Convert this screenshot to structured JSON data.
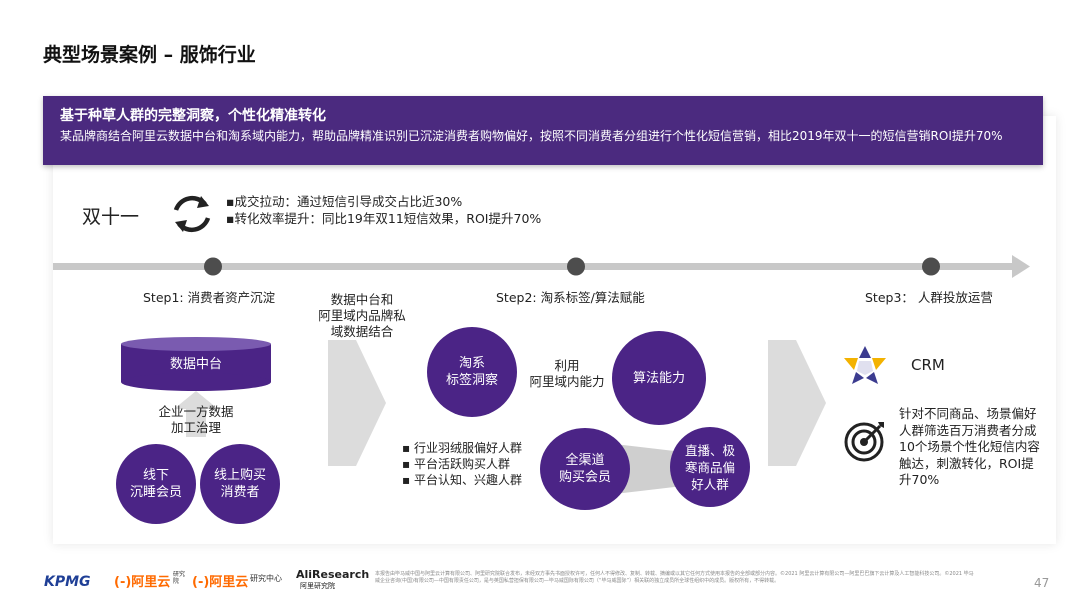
{
  "page_title": "典型场景案例 – 服饰行业",
  "banner": {
    "heading": "基于种草人群的完整洞察，个性化精准转化",
    "text": "某品牌商结合阿里云数据中台和淘系域内能力，帮助品牌精准识别已沉淀消费者购物偏好，按照不同消费者分组进行个性化短信营销，相比2019年双十一的短信营销ROI提升70%"
  },
  "event": {
    "label": "双十一",
    "bullets": [
      "▪成交拉动：通过短信引导成交占比近30%",
      "▪转化效率提升：同比19年双11短信效果，ROI提升70%"
    ]
  },
  "steps": [
    "Step1: 消费者资产沉淀",
    "Step2: 淘系标签/算法赋能",
    "Step3： 人群投放运营"
  ],
  "step1": {
    "cylinder": "数据中台",
    "process": "企业一方数据\n加工治理",
    "circle_a": "线下\n沉睡会员",
    "circle_b": "线上购买\n消费者"
  },
  "arrow1_text": "数据中台和\n阿里域内品牌私\n域数据结合",
  "step2": {
    "circle_insight": "淘系\n标签洞察",
    "use_text": "利用\n阿里域内能力",
    "circle_algo": "算法能力",
    "bullets": [
      "▪ 行业羽绒服偏好人群",
      "▪ 平台活跃购买人群",
      "▪ 平台认知、兴趣人群"
    ],
    "circle_all": "全渠道\n购买会员",
    "circle_live": "直播、极\n寒商品偏\n好人群"
  },
  "step3": {
    "crm": "CRM",
    "text": "针对不同商品、场景偏好人群筛选百万消费者分成10个场景个性化短信内容触达，刺激转化，ROI提升70%"
  },
  "footer": {
    "logos": {
      "kpmg": "KPMG",
      "aliyun1": "阿里云",
      "aliyun1_sub": "研究\n院",
      "aliyun2": "阿里云",
      "aliyun2_sub": "研究中心",
      "alires": "AliResearch",
      "alires_sub": "阿里研究院"
    },
    "note": "本报告由毕马威中国与阿里云计算有限公司、阿里研究院联合发布，未经双方事先书面授权许可，任何人不得修改、复制、转载、摘编或以其它任何方式使用本报告的全部或部分内容。©2021 阿里云计算有限公司—阿里巴巴旗下云计算及人工智能科技公司。©2021 毕马威企业咨询(中国)有限公司—中国有限责任公司，是与英国私营担保有限公司—毕马威国际有限公司（“毕马威国际”）相关联的独立成员所全球性组织中的成员。版权所有，不得转载。",
    "page": "47"
  },
  "colors": {
    "purple": "#4b2486",
    "banner": "#4b2a7f",
    "gray": "#cfcfcf",
    "orange": "#ff6a00"
  }
}
